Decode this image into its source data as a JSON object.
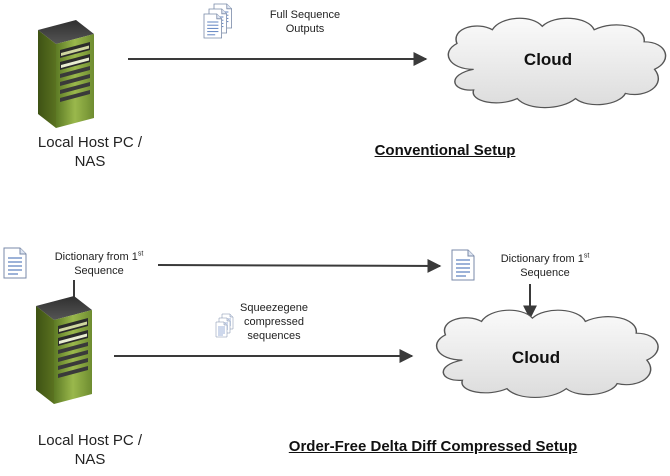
{
  "conventional": {
    "host_label_line1": "Local Host PC /",
    "host_label_line2": "NAS",
    "files_label_line1": "Full Sequence",
    "files_label_line2": "Outputs",
    "cloud_label": "Cloud",
    "title": "Conventional Setup",
    "icons": {
      "server": "server-tower-icon",
      "files": "document-stack-icon",
      "cloud": "cloud-shape"
    }
  },
  "compressed": {
    "dictionary_left_line1": "Dictionary from 1",
    "dictionary_left_sup": "st",
    "dictionary_left_line2": "Sequence",
    "dictionary_right_line1": "Dictionary from 1",
    "dictionary_right_sup": "st",
    "dictionary_right_line2": "Sequence",
    "files_label_line1": "Squeezegene",
    "files_label_line2": "compressed",
    "files_label_line3": "sequences",
    "host_label_line1": "Local Host PC /",
    "host_label_line2": "NAS",
    "cloud_label": "Cloud",
    "title": "Order-Free Delta Diff Compressed Setup",
    "icons": {
      "server": "server-tower-icon",
      "dictionary": "document-icon",
      "files": "document-stack-icon",
      "cloud": "cloud-shape"
    }
  },
  "colors": {
    "arrow": "#3a3a3a",
    "cloud_fill": "#ececec",
    "cloud_stroke": "#555555",
    "server_body": "#7a9a3a",
    "doc_lines": "#5b7fbf"
  }
}
